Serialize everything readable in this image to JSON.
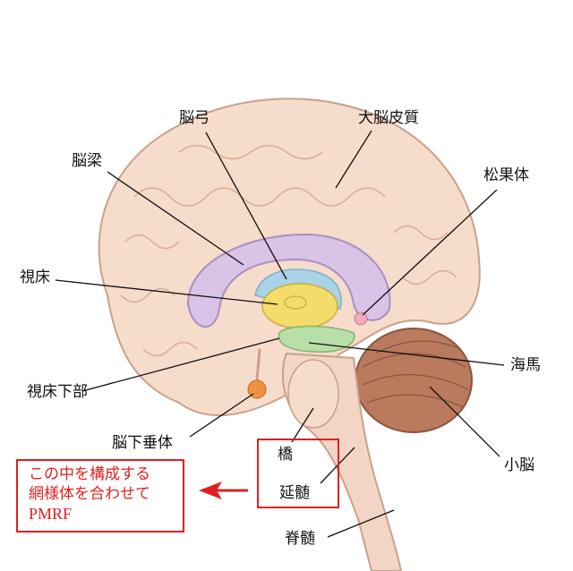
{
  "labels": {
    "fornix": "脳弓",
    "cerebral_cortex": "大脳皮質",
    "corpus_callosum": "脳梁",
    "pineal_body": "松果体",
    "thalamus": "視床",
    "hippocampus": "海馬",
    "hypothalamus": "視床下部",
    "pituitary": "脳下垂体",
    "cerebellum": "小脳",
    "pons": "橋",
    "medulla": "延髄",
    "spinal_cord": "脊髄"
  },
  "annotation": {
    "line1": "この中を構成する",
    "line2": "網様体を合わせて",
    "line3": "PMRF"
  },
  "colors": {
    "annotation": "#e02020",
    "cerebrum": "#f6dccb",
    "corpus_callosum": "#d9c3e6",
    "thalamus": "#f3dc6a",
    "hypothalamus": "#b9dfa8",
    "pituitary": "#f09040",
    "cerebellum": "#b97a5e"
  }
}
